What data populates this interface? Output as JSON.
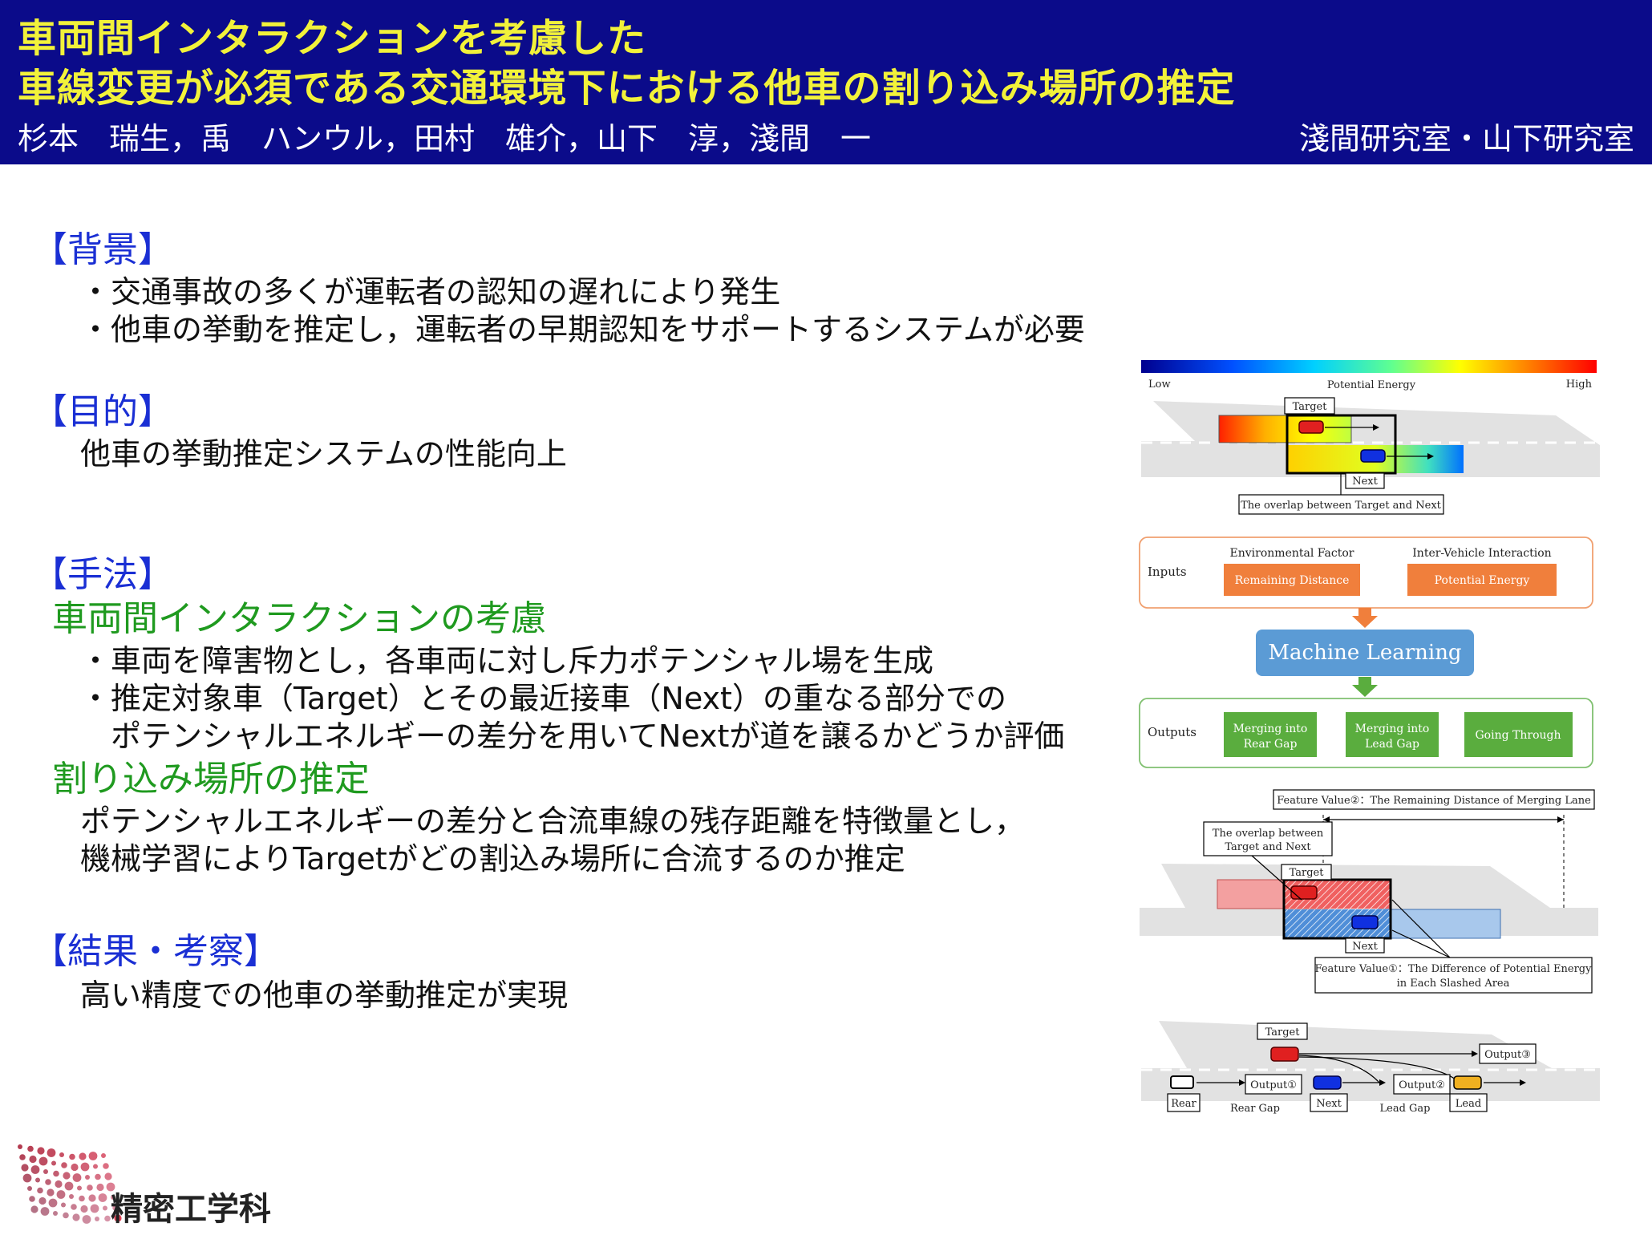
{
  "header": {
    "title_line1": "車両間インタラクションを考慮した",
    "title_line2": "車線変更が必須である交通環境下における他車の割り込み場所の推定",
    "authors": "杉本　瑞生，禹　ハンウル，田村　雄介，山下　淳，淺間　一",
    "lab": "淺間研究室・山下研究室"
  },
  "sections": {
    "background": {
      "heading": "【背景】",
      "bullet1": "・交通事故の多くが運転者の認知の遅れにより発生",
      "bullet2": "・他車の挙動を推定し，運転者の早期認知をサポートするシステムが必要"
    },
    "purpose": {
      "heading": "【目的】",
      "text": "他車の挙動推定システムの性能向上"
    },
    "method": {
      "heading": "【手法】",
      "sub1": "車両間インタラクションの考慮",
      "sub1_bullet1": "・車両を障害物とし，各車両に対し斥力ポテンシャル場を生成",
      "sub1_bullet2": "・推定対象車（Target）とその最近接車（Next）の重なる部分での",
      "sub1_bullet2_cont": "ポテンシャルエネルギーの差分を用いてNextが道を譲るかどうか評価",
      "sub2": "割り込み場所の推定",
      "sub2_text1": "ポテンシャルエネルギーの差分と合流車線の残存距離を特徴量とし，",
      "sub2_text2": "機械学習によりTargetがどの割込み場所に合流するのか推定"
    },
    "result": {
      "heading": "【結果・考察】",
      "text": "高い精度での他車の挙動推定が実現"
    }
  },
  "fig1": {
    "low": "Low",
    "energy": "Potential Energy",
    "high": "High",
    "target": "Target",
    "next": "Next",
    "overlap": "The overlap between Target and Next"
  },
  "fig2": {
    "inputs": "Inputs",
    "env_factor": "Environmental Factor",
    "inter_vehicle": "Inter-Vehicle Interaction",
    "remaining_distance": "Remaining Distance",
    "potential_energy": "Potential Energy",
    "ml": "Machine Learning",
    "outputs": "Outputs",
    "out1_l1": "Merging into",
    "out1_l2": "Rear Gap",
    "out2_l1": "Merging into",
    "out2_l2": "Lead Gap",
    "out3": "Going Through"
  },
  "fig3": {
    "fv2": "Feature Value②：The Remaining Distance of Merging Lane",
    "overlap_l1": "The overlap between",
    "overlap_l2": "Target and Next",
    "target": "Target",
    "next": "Next",
    "fv1_l1": "Feature Value①：The Difference of Potential Energy",
    "fv1_l2": "in Each Slashed Area"
  },
  "fig4": {
    "target": "Target",
    "output3": "Output③",
    "output1": "Output①",
    "output2": "Output②",
    "rear": "Rear",
    "rear_gap": "Rear Gap",
    "next": "Next",
    "lead_gap": "Lead Gap",
    "lead": "Lead"
  },
  "logo": {
    "text": "精密工学科"
  },
  "colors": {
    "header_bg": "#0b0b8a",
    "title": "#f2f23a",
    "section_heading": "#1a2fd4",
    "sub_heading": "#1f9a1f",
    "input_box": "#f07f3c",
    "ml_box": "#5b9bd5",
    "output_box": "#5aad3e",
    "target_car": "#e02020",
    "next_car": "#1030e0",
    "lead_car": "#f0b020"
  }
}
